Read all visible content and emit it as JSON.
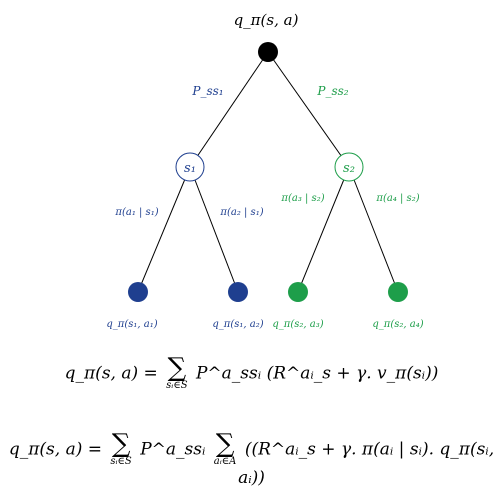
{
  "root": {
    "label": "q_π(s, a)",
    "color": "#000000"
  },
  "level1": [
    {
      "edge_label": "P_ss₁",
      "state": "s₁",
      "color": "#1f3f8f"
    },
    {
      "edge_label": "P_ss₂",
      "state": "s₂",
      "color": "#1e9e4a"
    }
  ],
  "level2": [
    {
      "edge_label": "π(a₁ | s₁)",
      "leaf_label": "q_π(s₁, a₁)",
      "color": "#1f3f8f"
    },
    {
      "edge_label": "π(a₂ | s₁)",
      "leaf_label": "q_π(s₁, a₂)",
      "color": "#1f3f8f"
    },
    {
      "edge_label": "π(a₃ | s₂)",
      "leaf_label": "q_π(s₂, a₃)",
      "color": "#1e9e4a"
    },
    {
      "edge_label": "π(a₄ | s₂)",
      "leaf_label": "q_π(s₂, a₄)",
      "color": "#1e9e4a"
    }
  ],
  "equations": {
    "eq1_lhs": "q_π(s, a) =",
    "eq1_sum_lim": "sᵢ∈S",
    "eq1_rhs": "P^a_ssᵢ (R^aᵢ_s + γ. v_π(sᵢ))",
    "eq2_lhs": "q_π(s, a) =",
    "eq2_sum1_lim": "sᵢ∈S",
    "eq2_mid": "P^a_ssᵢ",
    "eq2_sum2_lim": "aᵢ∈A",
    "eq2_rhs": "((R^aᵢ_s + γ. π(aᵢ | sᵢ). q_π(sᵢ, aᵢ))"
  }
}
